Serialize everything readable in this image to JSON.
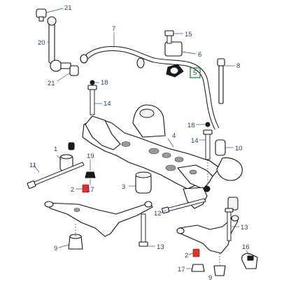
{
  "diagram": {
    "callouts": [
      {
        "id": "c21a",
        "label": "21"
      },
      {
        "id": "c20",
        "label": "20"
      },
      {
        "id": "c21b",
        "label": "21"
      },
      {
        "id": "c7",
        "label": "7"
      },
      {
        "id": "c15",
        "label": "15"
      },
      {
        "id": "c6",
        "label": "6"
      },
      {
        "id": "c5",
        "label": "5"
      },
      {
        "id": "c8",
        "label": "8"
      },
      {
        "id": "c18a",
        "label": "18"
      },
      {
        "id": "c14a",
        "label": "14"
      },
      {
        "id": "c18b",
        "label": "18"
      },
      {
        "id": "c4",
        "label": "4"
      },
      {
        "id": "c14b",
        "label": "14"
      },
      {
        "id": "c10",
        "label": "10"
      },
      {
        "id": "c1",
        "label": "1"
      },
      {
        "id": "c11",
        "label": "11"
      },
      {
        "id": "c19",
        "label": "19"
      },
      {
        "id": "c3",
        "label": "3"
      },
      {
        "id": "c2a",
        "label": "2"
      },
      {
        "id": "c17a",
        "label": "17"
      },
      {
        "id": "c9a",
        "label": "9"
      },
      {
        "id": "c13a",
        "label": "13"
      },
      {
        "id": "c12",
        "label": "12"
      },
      {
        "id": "c9b",
        "label": "9"
      },
      {
        "id": "c2b",
        "label": "2"
      },
      {
        "id": "c13b",
        "label": "13"
      },
      {
        "id": "c17b",
        "label": "17"
      },
      {
        "id": "c16",
        "label": "16"
      }
    ],
    "highlighted_callout": "5",
    "colors": {
      "callout_text": "#1f3f7a",
      "linework": "#111111",
      "highlight_box": "#1e8c2e",
      "clip": "#e0322a"
    }
  }
}
